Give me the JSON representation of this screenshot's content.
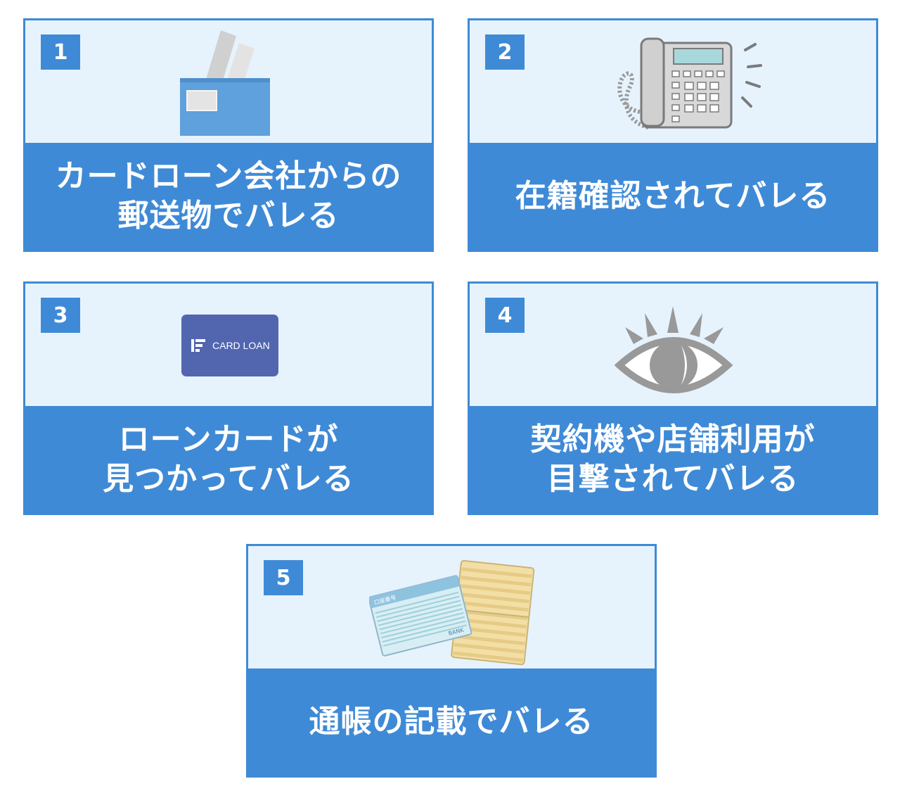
{
  "cards": [
    {
      "number": "1",
      "lines": [
        "カードローン会社からの",
        "郵送物でバレる"
      ],
      "icon": "envelope-icon"
    },
    {
      "number": "2",
      "lines": [
        "在籍確認されてバレる"
      ],
      "icon": "telephone-icon"
    },
    {
      "number": "3",
      "lines": [
        "ローンカードが",
        "見つかってバレる"
      ],
      "icon": "loan-card-icon",
      "card_text": "CARD LOAN"
    },
    {
      "number": "4",
      "lines": [
        "契約機や店舗利用が",
        "目撃されてバレる"
      ],
      "icon": "eye-icon"
    },
    {
      "number": "5",
      "lines": [
        "通帳の記載でバレる"
      ],
      "icon": "bankbook-icon",
      "book_label": "BANK",
      "book_header": "口座番号"
    }
  ],
  "colors": {
    "accent": "#3f8ad6",
    "panel": "#e6f3fd",
    "card": "#5266b0",
    "book": "#f3dfa6"
  }
}
